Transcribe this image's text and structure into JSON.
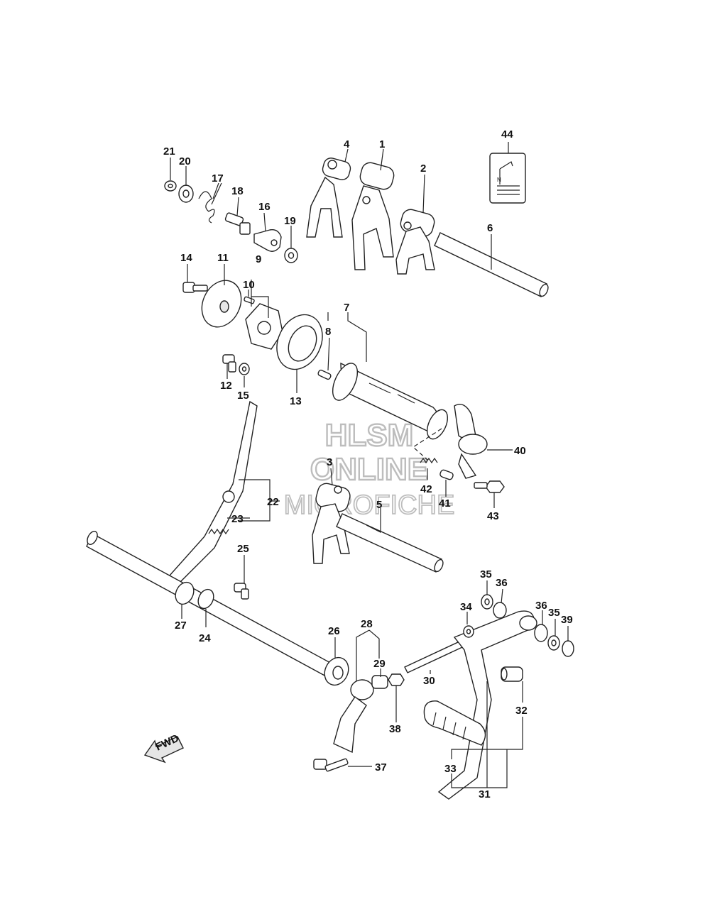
{
  "watermark": {
    "line1": "HLSM",
    "line2": "ONLINE",
    "line3": "MICROFICHE"
  },
  "fwd": "FWD",
  "callouts": [
    "1",
    "2",
    "3",
    "4",
    "5",
    "6",
    "7",
    "8",
    "9",
    "10",
    "11",
    "12",
    "13",
    "14",
    "15",
    "16",
    "17",
    "18",
    "19",
    "20",
    "21",
    "22",
    "23",
    "24",
    "25",
    "26",
    "27",
    "28",
    "29",
    "30",
    "31",
    "32",
    "33",
    "34",
    "35",
    "36",
    "37",
    "38",
    "39",
    "40",
    "41",
    "42",
    "43",
    "44"
  ],
  "callouts_repeat": {
    "35b": "35",
    "36b": "36"
  },
  "sticker": {
    "mark": "N"
  }
}
